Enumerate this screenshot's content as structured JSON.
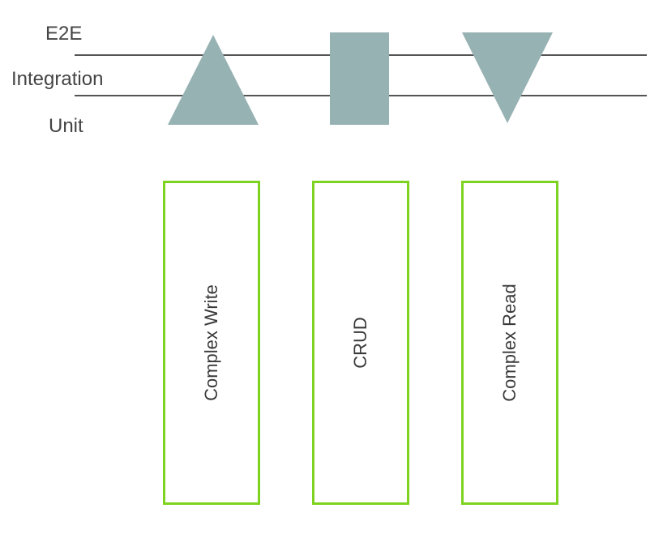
{
  "levels": {
    "top": "E2E",
    "middle": "Integration",
    "bottom": "Unit"
  },
  "colors": {
    "shape_fill": "#97b2b3",
    "box_border": "#7ed321",
    "line": "#555555",
    "text": "#444444"
  },
  "columns": [
    {
      "shape": "triangle-up",
      "label": "Complex Write"
    },
    {
      "shape": "rectangle",
      "label": "CRUD"
    },
    {
      "shape": "triangle-down",
      "label": "Complex Read"
    }
  ]
}
